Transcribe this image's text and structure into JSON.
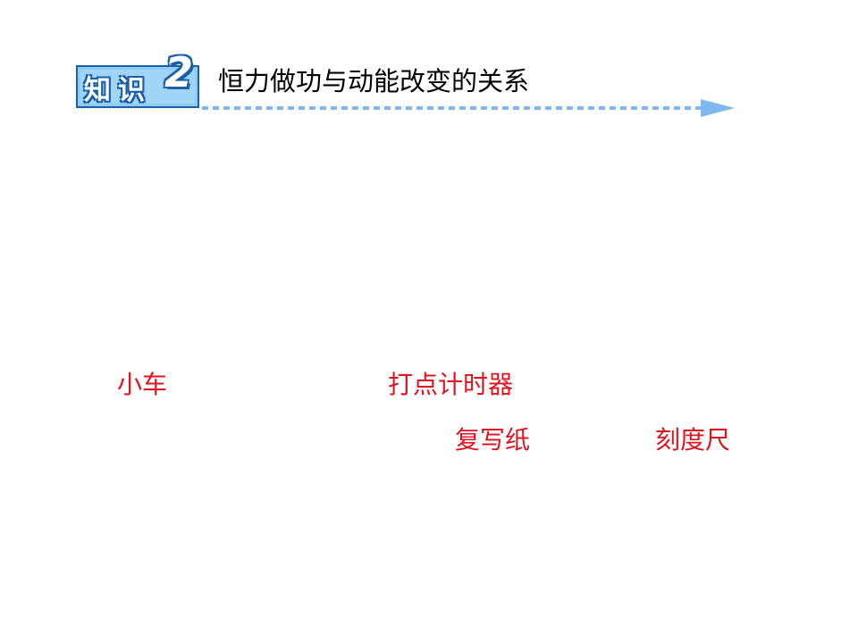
{
  "heading": {
    "badge_label": "知识",
    "badge_number": "2",
    "title": "恒力做功与动能改变的关系"
  },
  "answers": {
    "a1": "小车",
    "a2": "打点计时器",
    "a3": "复写纸",
    "a4": "刻度尺"
  },
  "colors": {
    "badge_blue": "#8ecdf5",
    "badge_border": "#1a5fa8",
    "arrow": "#7fb8ee",
    "answer_red": "#e0141e"
  }
}
